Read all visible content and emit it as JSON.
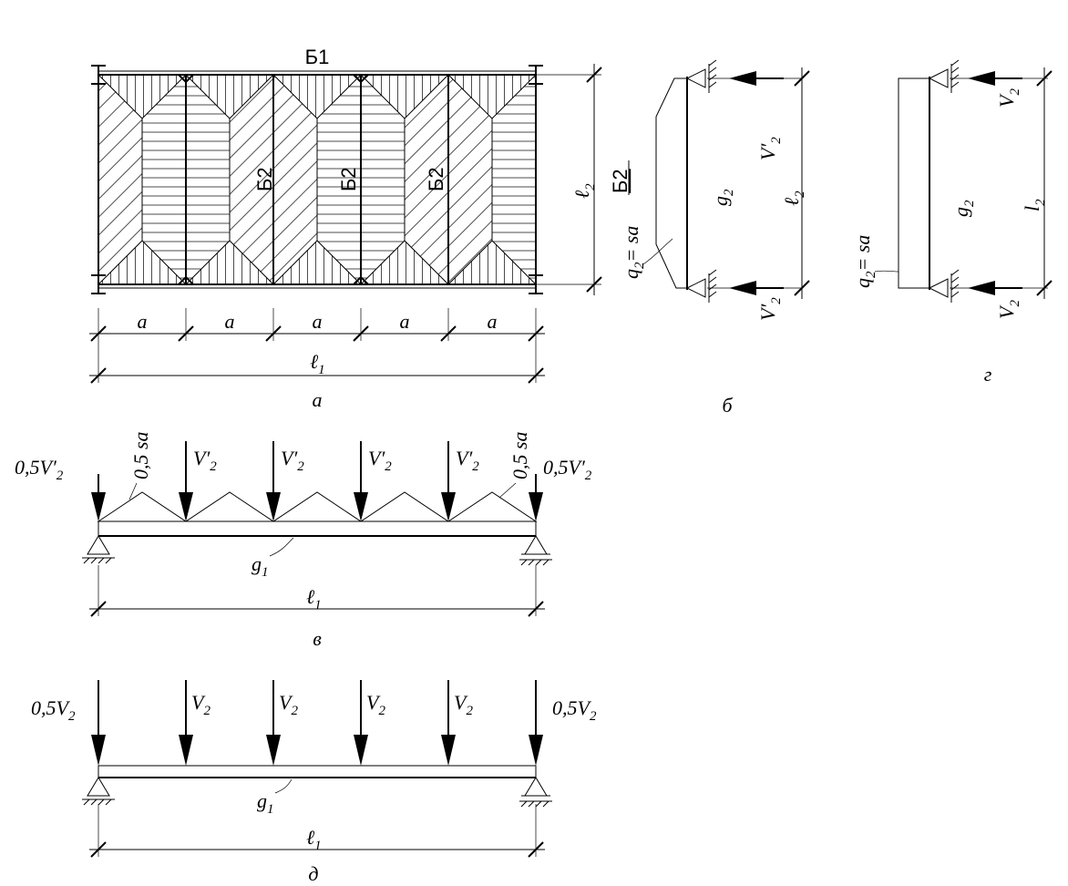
{
  "fig_a": {
    "beam_b1": "Б1",
    "beam_b2": "Б2",
    "span_label": "a",
    "span_count": 5,
    "l1": "ℓ",
    "l1_sub": "1",
    "l2": "ℓ",
    "l2_sub": "2",
    "caption": "а"
  },
  "fig_b": {
    "beam": "Б2",
    "reaction": "V′",
    "reaction_sub": "2",
    "g": "g",
    "g_sub": "2",
    "q": "q",
    "q_sub": "2",
    "q_value": "= sa",
    "l2": "ℓ",
    "l2_sub": "2",
    "caption": "б"
  },
  "fig_g": {
    "reaction": "V",
    "reaction_sub": "2",
    "g": "g",
    "g_sub": "2",
    "q": "q",
    "q_sub": "2",
    "q_value": "= sa",
    "l2": "l",
    "l2_sub": "2",
    "caption": "г"
  },
  "fig_v": {
    "end_load": "0,5V′",
    "end_load_sub": "2",
    "mid_load": "V′",
    "mid_load_sub": "2",
    "tri_load": "0,5 sa",
    "g": "g",
    "g_sub": "1",
    "l1": "ℓ",
    "l1_sub": "1",
    "caption": "в"
  },
  "fig_d": {
    "end_load": "0,5V",
    "end_load_sub": "2",
    "mid_load": "V",
    "mid_load_sub": "2",
    "g": "g",
    "g_sub": "1",
    "l1": "ℓ",
    "l1_sub": "1",
    "caption": "д"
  }
}
